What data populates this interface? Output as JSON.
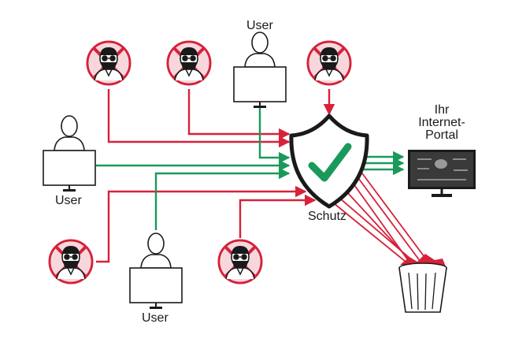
{
  "labels": {
    "user_top": "User",
    "user_left": "User",
    "user_bottom": "User",
    "shield": "Schutz",
    "portal_line1": "Ihr",
    "portal_line2": "Internet-",
    "portal_line3": "Portal"
  },
  "icons": {
    "attacker": "masked-hacker-crossed-icon",
    "user": "user-at-monitor-icon",
    "shield": "shield-checkmark-icon",
    "portal": "web-portal-monitor-icon",
    "trash": "trash-bin-icon"
  },
  "colors": {
    "malicious": "#d6223a",
    "legitimate": "#1a9a5a",
    "outline": "#1a1a1a",
    "blocked_fill": "#f7d6dc"
  }
}
